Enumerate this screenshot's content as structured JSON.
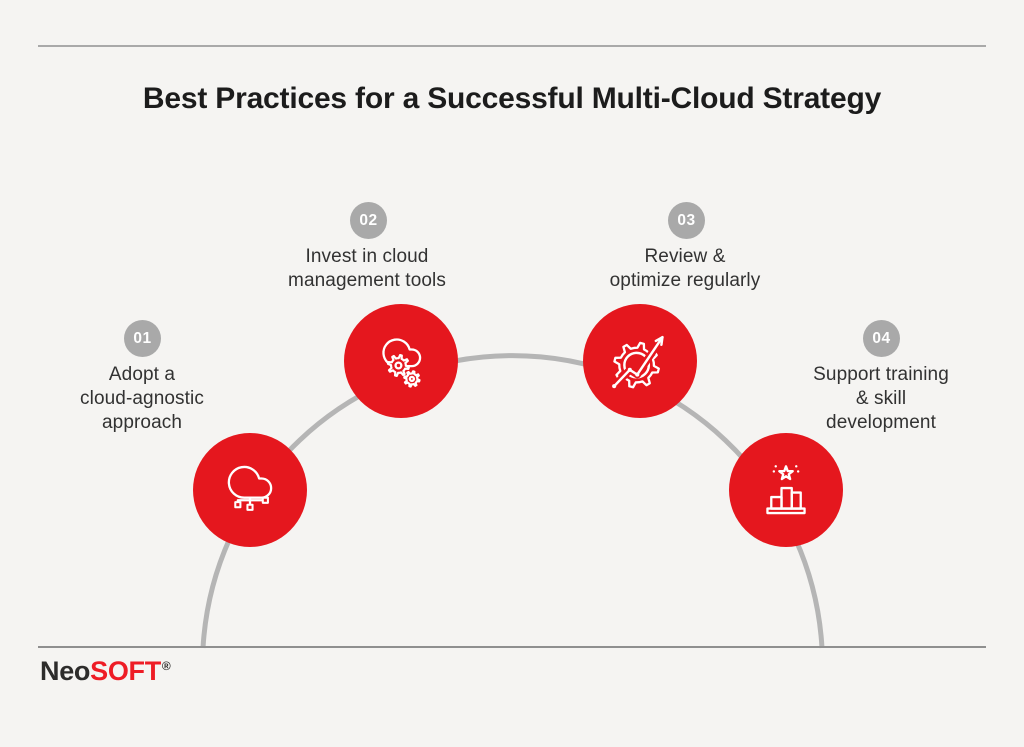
{
  "title": "Best Practices for a Successful Multi-Cloud Strategy",
  "colors": {
    "bg": "#f5f4f2",
    "red": "#e5171e",
    "badge": "#a9a9a9",
    "arc": "#b5b5b5",
    "ink": "#323232",
    "title": "#1c1c1c",
    "logoink": "#2d2c2b",
    "logored": "#ee1c25"
  },
  "steps": [
    {
      "number": "01",
      "icon": "cloud-network-icon",
      "lines": [
        "Adopt a",
        "cloud-agnostic",
        "approach"
      ]
    },
    {
      "number": "02",
      "icon": "cloud-gears-icon",
      "lines": [
        "Invest in cloud",
        "management tools",
        ""
      ]
    },
    {
      "number": "03",
      "icon": "gear-growth-arrow-icon",
      "lines": [
        "Review &",
        "optimize regularly",
        ""
      ]
    },
    {
      "number": "04",
      "icon": "podium-star-icon",
      "lines": [
        "Support training",
        "& skill",
        "development"
      ]
    }
  ],
  "logo": {
    "neo": "Neo",
    "soft": "SOFT",
    "mark": "®"
  }
}
